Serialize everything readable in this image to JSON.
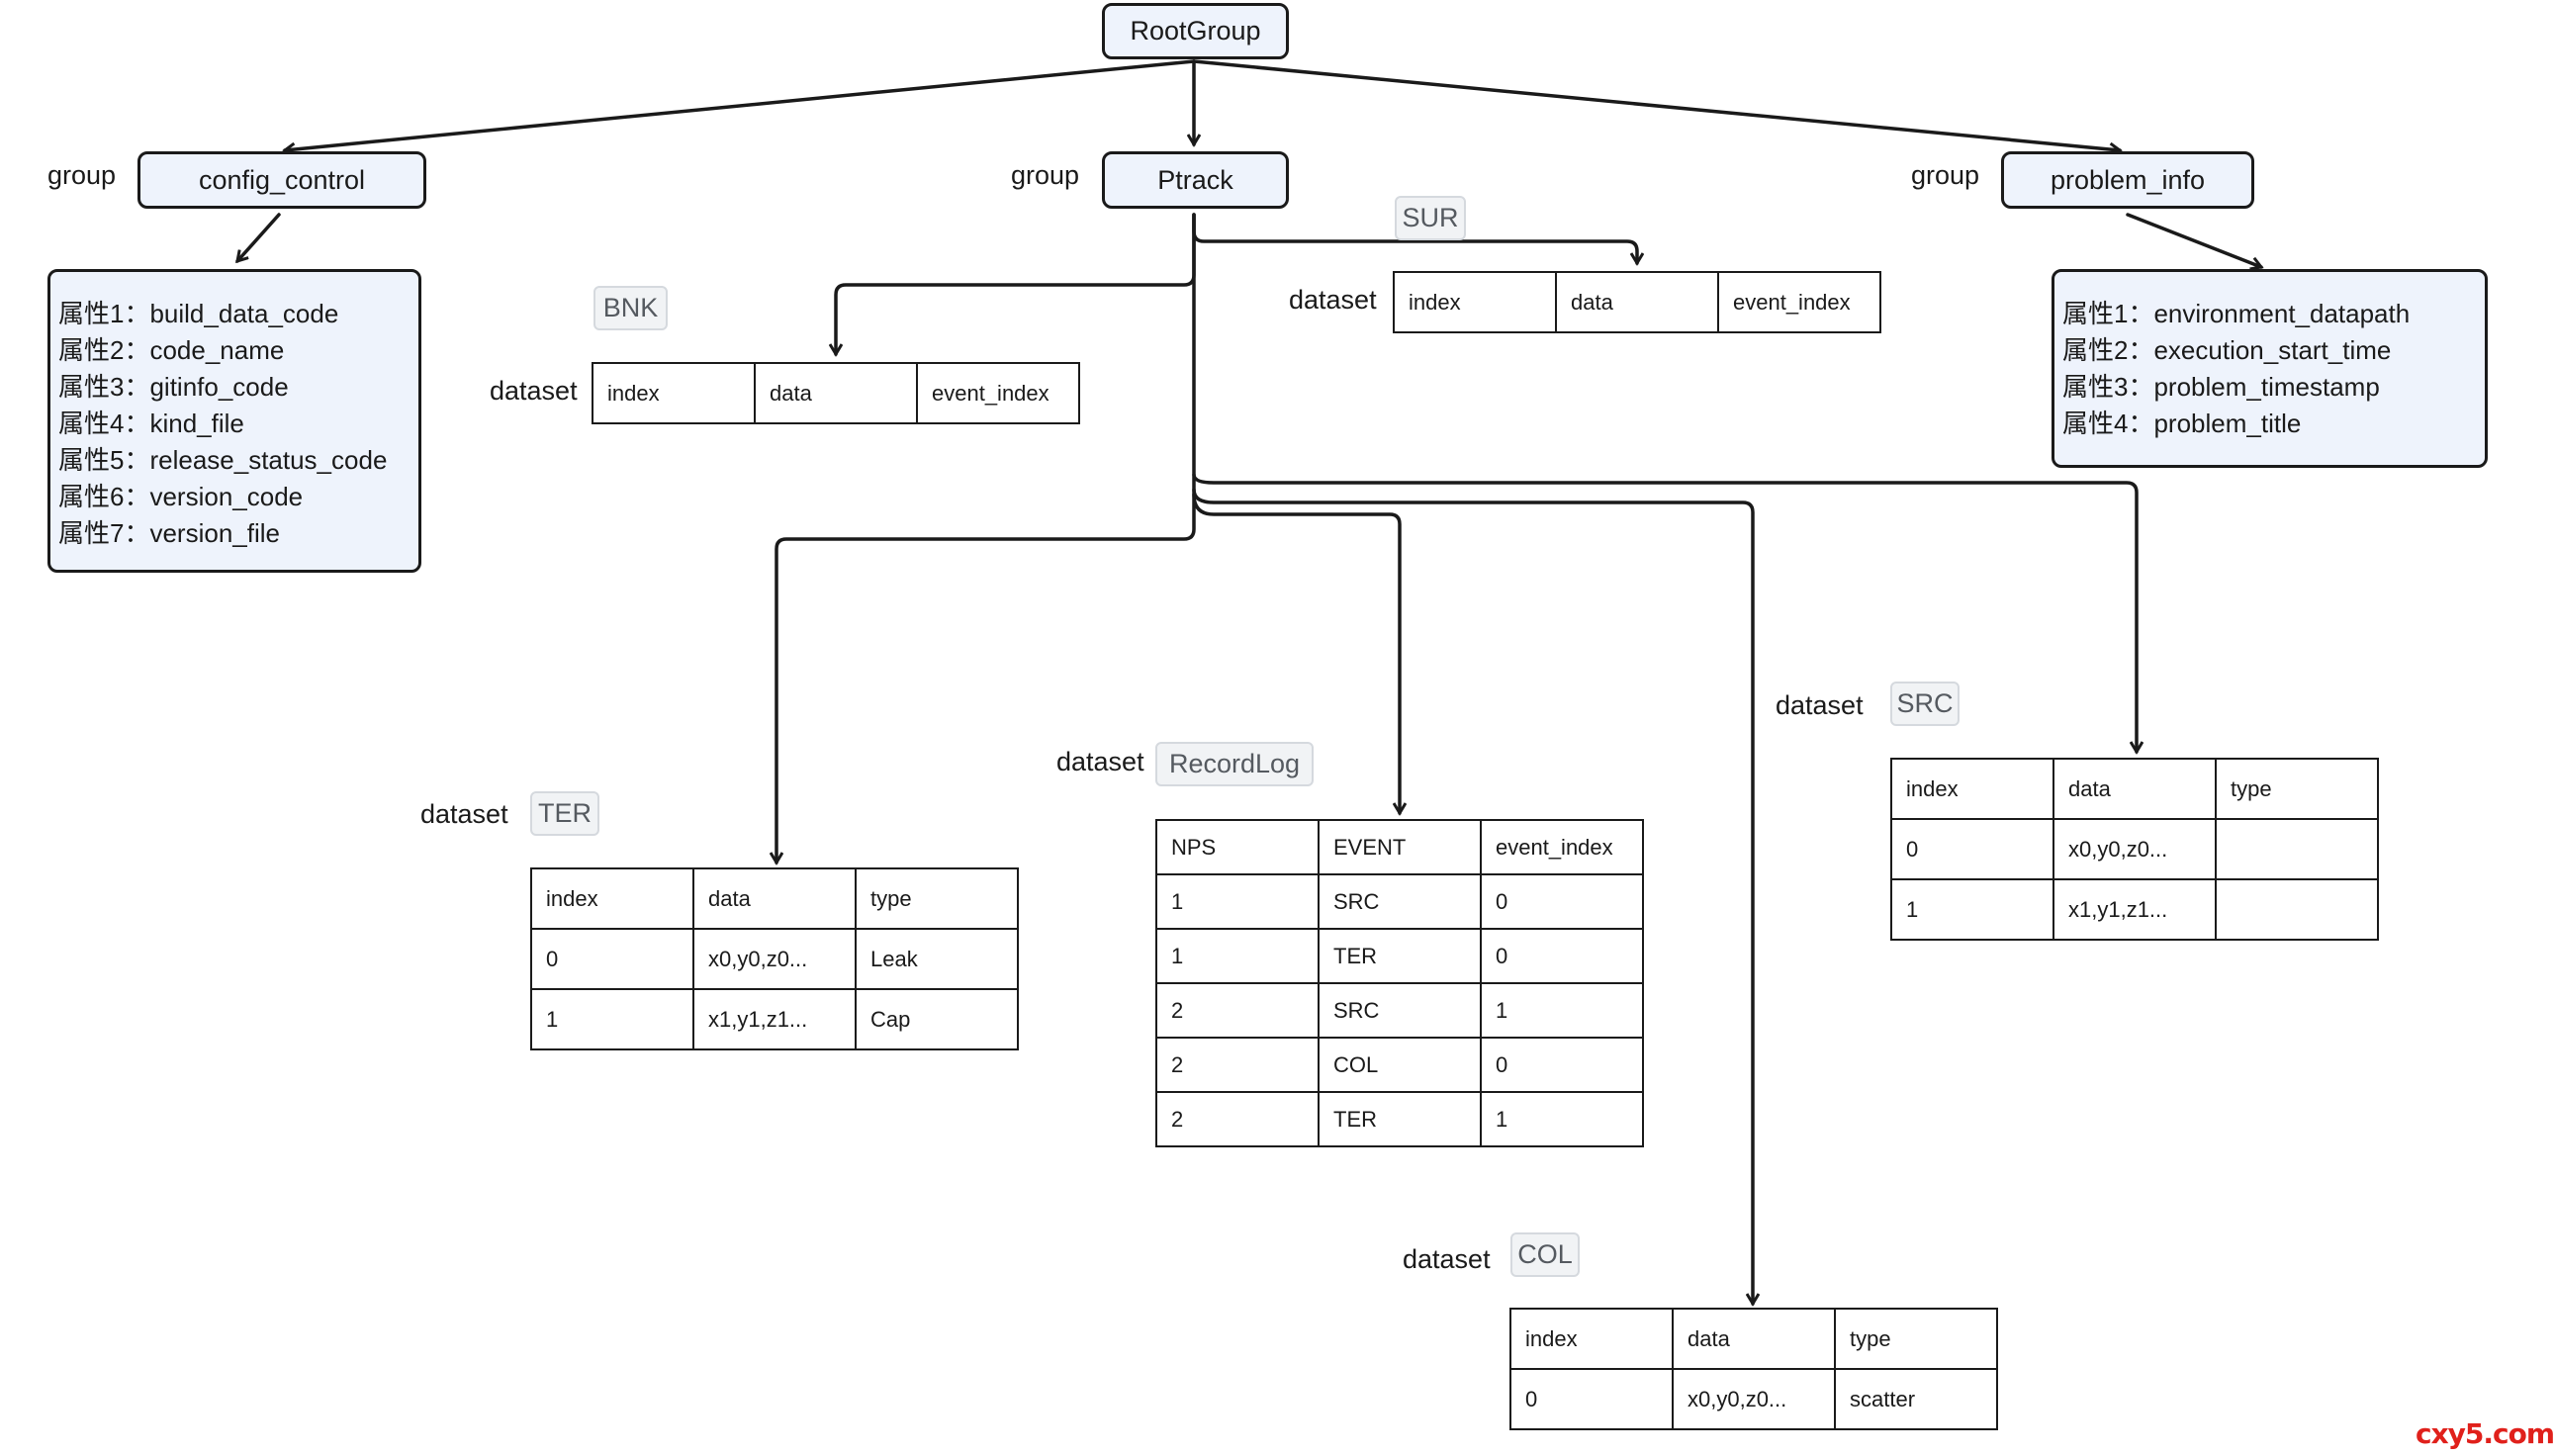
{
  "root": {
    "label": "RootGroup"
  },
  "groups": {
    "config_control": {
      "type": "group",
      "label": "config_control",
      "attributes": [
        "属性1：build_data_code",
        "属性2：code_name",
        "属性3：gitinfo_code",
        "属性4：kind_file",
        "属性5：release_status_code",
        "属性6：version_code",
        "属性7：version_file"
      ]
    },
    "ptrack": {
      "type": "group",
      "label": "Ptrack"
    },
    "problem_info": {
      "type": "group",
      "label": "problem_info",
      "attributes": [
        "属性1：environment_datapath",
        "属性2：execution_start_time",
        "属性3：problem_timestamp",
        "属性4：problem_title"
      ]
    }
  },
  "datasets": {
    "bnk": {
      "type": "dataset",
      "name": "BNK",
      "rows": [
        [
          "index",
          "data",
          "event_index"
        ]
      ]
    },
    "sur": {
      "type": "dataset",
      "name": "SUR",
      "rows": [
        [
          "index",
          "data",
          "event_index"
        ]
      ]
    },
    "ter": {
      "type": "dataset",
      "name": "TER",
      "rows": [
        [
          "index",
          "data",
          "type"
        ],
        [
          "0",
          "x0,y0,z0...",
          "Leak"
        ],
        [
          "1",
          "x1,y1,z1...",
          "Cap"
        ]
      ]
    },
    "recordlog": {
      "type": "dataset",
      "name": "RecordLog",
      "rows": [
        [
          "NPS",
          "EVENT",
          "event_index"
        ],
        [
          "1",
          "SRC",
          "0"
        ],
        [
          "1",
          "TER",
          "0"
        ],
        [
          "2",
          "SRC",
          "1"
        ],
        [
          "2",
          "COL",
          "0"
        ],
        [
          "2",
          "TER",
          "1"
        ]
      ]
    },
    "src": {
      "type": "dataset",
      "name": "SRC",
      "rows": [
        [
          "index",
          "data",
          "type"
        ],
        [
          "0",
          "x0,y0,z0...",
          ""
        ],
        [
          "1",
          "x1,y1,z1...",
          ""
        ]
      ]
    },
    "col": {
      "type": "dataset",
      "name": "COL",
      "rows": [
        [
          "index",
          "data",
          "type"
        ],
        [
          "0",
          "x0,y0,z0...",
          "scatter"
        ]
      ]
    }
  },
  "watermark": "cxy5.com"
}
